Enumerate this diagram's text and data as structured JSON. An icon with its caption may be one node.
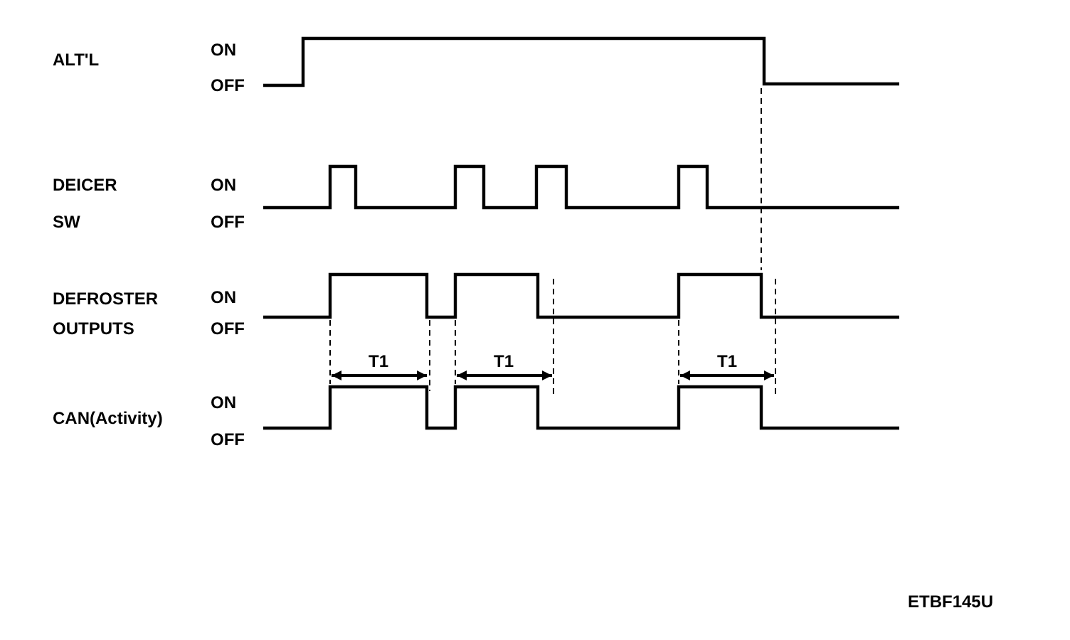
{
  "diagram": {
    "labels": [
      "ALT'L",
      "ON",
      "OFF",
      "DEICER",
      "ON",
      "SW",
      "OFF",
      "DEFROSTER",
      "ON",
      "OUTPUTS",
      "OFF",
      "T1",
      "T1",
      "T1",
      "CAN(Activity)",
      "ON",
      "OFF",
      "ETBF145U"
    ]
  }
}
